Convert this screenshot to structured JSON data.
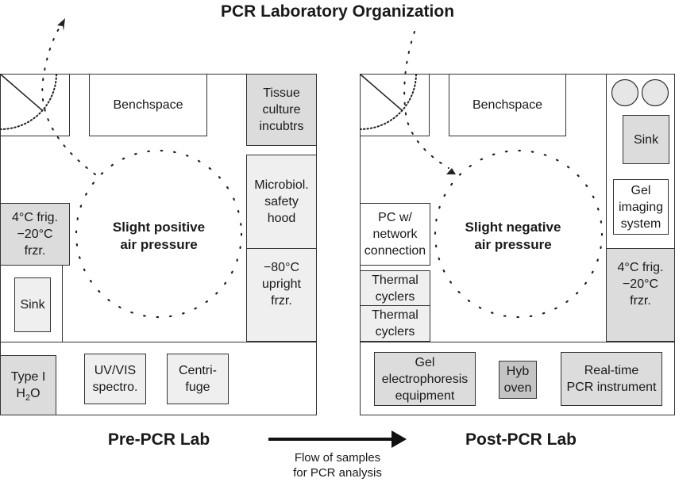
{
  "title": "PCR Laboratory Organization",
  "pre_pcr": {
    "label": "Pre-PCR Lab",
    "pressure": "Slight positive air pressure",
    "pressure_line1": "Slight positive",
    "pressure_line2": "air pressure",
    "items": {
      "benchspace": "Benchspace",
      "tissue_culture": [
        "Tissue",
        "culture",
        "incubtrs"
      ],
      "safety_hood": [
        "Microbiol.",
        "safety",
        "hood"
      ],
      "upright_freezer": [
        "−80°C",
        "upright",
        "frzr."
      ],
      "fridge_freezer": [
        "4°C frig.",
        "−20°C",
        "frzr."
      ],
      "sink": "Sink",
      "water_line1": "Type I",
      "water_h": "H",
      "water_sub": "2",
      "water_o": "O",
      "spectro": [
        "UV/VIS",
        "spectro."
      ],
      "centrifuge": [
        "Centri-",
        "fuge"
      ]
    }
  },
  "post_pcr": {
    "label": "Post-PCR Lab",
    "pressure_line1": "Slight negative",
    "pressure_line2": "air pressure",
    "items": {
      "benchspace": "Benchspace",
      "sink": "Sink",
      "gel_imaging": [
        "Gel",
        "imaging",
        "system"
      ],
      "fridge_freezer": [
        "4°C frig.",
        "−20°C",
        "frzr."
      ],
      "pc": [
        "PC w/",
        "network",
        "connection"
      ],
      "thermal_cyclers_1": [
        "Thermal",
        "cyclers"
      ],
      "thermal_cyclers_2": [
        "Thermal",
        "cyclers"
      ],
      "gel_electrophoresis": [
        "Gel",
        "electrophoresis",
        "equipment"
      ],
      "hyb_oven": [
        "Hyb",
        "oven"
      ],
      "realtime_pcr": [
        "Real-time",
        "PCR instrument"
      ]
    }
  },
  "flow": {
    "line1": "Flow of samples",
    "line2": "for PCR analysis"
  },
  "colors": {
    "outline": "#333333",
    "light_fill": "#efefef",
    "mid_fill": "#dcdcdc",
    "dark_fill": "#c4c4c4"
  }
}
